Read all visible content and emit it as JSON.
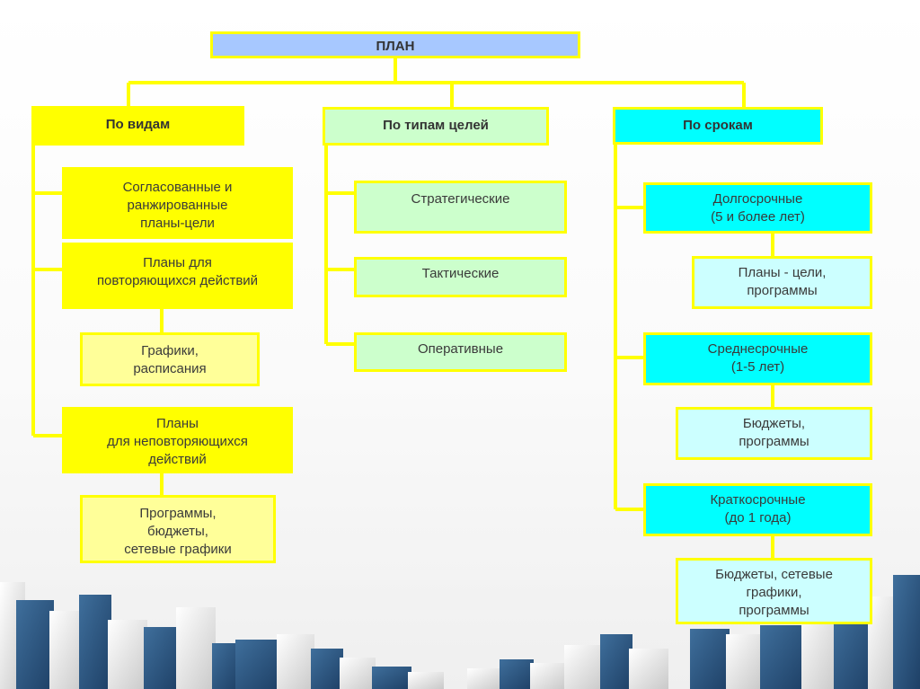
{
  "colors": {
    "connector": "#ffff00",
    "root_fill": "#a7c8ff",
    "yellow": "#ffff00",
    "light_yellow": "#ffff99",
    "light_green": "#ccffcc",
    "cyan": "#00ffff",
    "light_cyan": "#ccffff"
  },
  "root": {
    "label": "ПЛАН"
  },
  "categories": {
    "types": {
      "label": "По видам"
    },
    "goals": {
      "label": "По типам целей"
    },
    "terms": {
      "label": "По срокам"
    }
  },
  "types_items": [
    {
      "label": "Согласованные и\nранжированные\nпланы-цели"
    },
    {
      "label": "Планы для\nповторяющихся действий"
    },
    {
      "label": "Графики,\nрасписания"
    },
    {
      "label": "Планы\nдля неповторяющихся\nдействий"
    },
    {
      "label": "Программы,\nбюджеты,\nсетевые графики"
    }
  ],
  "goals_items": [
    {
      "label": "Стратегические"
    },
    {
      "label": "Тактические"
    },
    {
      "label": "Оперативные"
    }
  ],
  "terms_items": [
    {
      "label": "Долгосрочные\n(5 и более лет)"
    },
    {
      "label": "Планы - цели,\nпрограммы"
    },
    {
      "label": "Среднесрочные\n(1-5 лет)"
    },
    {
      "label": "Бюджеты,\nпрограммы"
    },
    {
      "label": "Краткосрочные\n(до 1 года)"
    },
    {
      "label": "Бюджеты, сетевые\nграфики,\nпрограммы"
    }
  ]
}
